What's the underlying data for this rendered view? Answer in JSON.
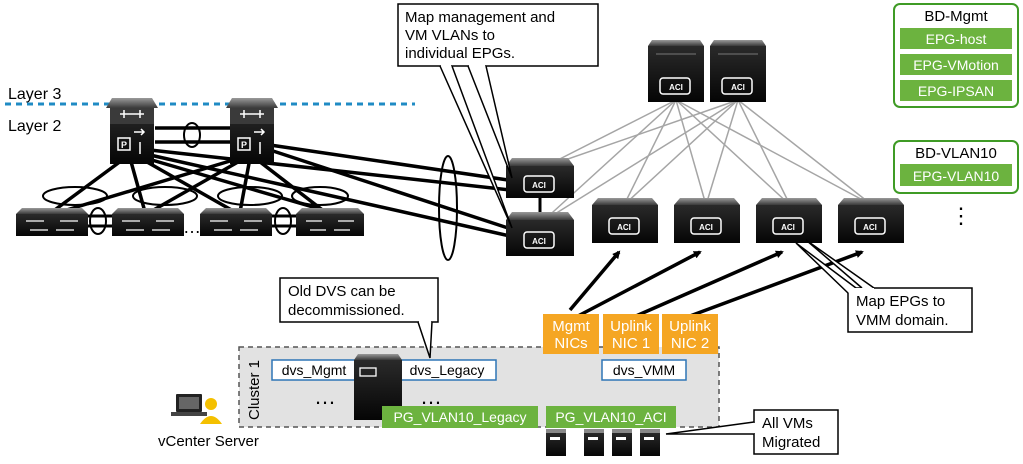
{
  "layers": {
    "layer3": "Layer 3",
    "layer2": "Layer 2"
  },
  "callouts": {
    "map_vlans": [
      "Map management and",
      "VM VLANs to",
      "individual EPGs."
    ],
    "old_dvs": [
      "Old DVS can be",
      "decommissioned."
    ],
    "map_epgs": [
      "Map EPGs to",
      "VMM domain."
    ],
    "all_vms": [
      "All VMs",
      "Migrated"
    ]
  },
  "bd_mgmt": {
    "title": "BD-Mgmt",
    "epgs": [
      "EPG-host",
      "EPG-VMotion",
      "EPG-IPSAN"
    ]
  },
  "bd_vlan10": {
    "title": "BD-VLAN10",
    "epgs": [
      "EPG-VLAN10"
    ]
  },
  "aci_label": "ACI",
  "ellipsis": "…",
  "vertical_ellipsis": "⋮",
  "nics": [
    {
      "line1": "Mgmt",
      "line2": "NICs"
    },
    {
      "line1": "Uplink",
      "line2": "NIC 1"
    },
    {
      "line1": "Uplink",
      "line2": "NIC 2"
    }
  ],
  "cluster": {
    "label": "Cluster 1",
    "dvs_mgmt": "dvs_Mgmt",
    "dvs_legacy": "dvs_Legacy",
    "dvs_vmm": "dvs_VMM",
    "pg_legacy": "PG_VLAN10_Legacy",
    "pg_aci": "PG_VLAN10_ACI",
    "dots_left": "…",
    "dots_right": "…"
  },
  "vcenter": "vCenter Server",
  "colors": {
    "green": "#6cb33f",
    "green_border": "#3f9b25",
    "orange": "#f5a623",
    "blue_border": "#2e75b6",
    "layer_line": "#1f8bc4",
    "cluster_bg": "#e2e2e2",
    "device_dark": "#1a1a1a",
    "person": "#f4c000"
  }
}
